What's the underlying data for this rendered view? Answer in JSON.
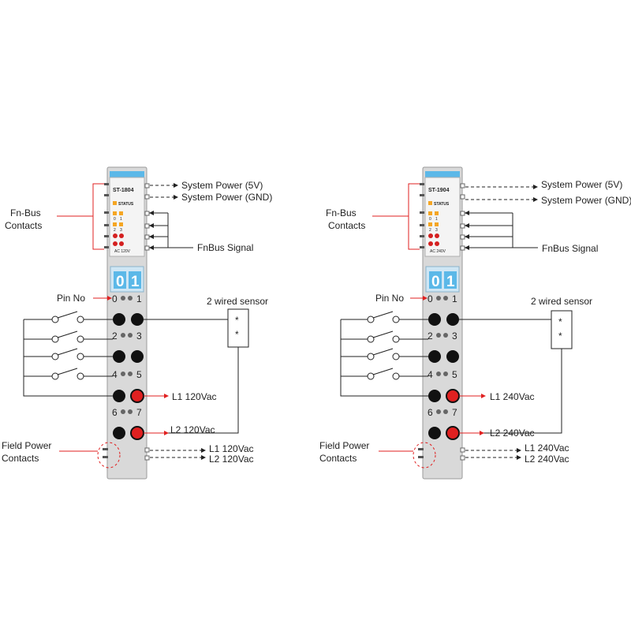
{
  "diagrams": [
    {
      "model": "ST-1804",
      "status_label": "STATUS",
      "led_labels": [
        "0",
        "1",
        "2",
        "3"
      ],
      "voltage_tag": "AC 120V",
      "terminal_numbers": [
        "0",
        "1"
      ],
      "pin_numbers": [
        "0",
        "1",
        "2",
        "3",
        "4",
        "5",
        "6",
        "7"
      ],
      "fnbus_label": "Fn-Bus\nContacts",
      "fnbus_line1": "Fn-Bus",
      "fnbus_line2": "Contacts",
      "system_power_5v": "System Power (5V)",
      "system_power_gnd": "System Power (GND)",
      "fnbus_signal": "FnBus Signal",
      "pin_no": "Pin No",
      "two_wired_sensor": "2 wired sensor",
      "l1_label": "L1 120Vac",
      "l2_label": "L2 120Vac",
      "field_power_line1": "Field Power",
      "field_power_line2": "Contacts",
      "field_l1": "L1 120Vac",
      "field_l2": "L2 120Vac"
    },
    {
      "model": "ST-1904",
      "status_label": "STATUS",
      "led_labels": [
        "0",
        "1",
        "2",
        "3"
      ],
      "voltage_tag": "AC 240V",
      "terminal_numbers": [
        "0",
        "1"
      ],
      "pin_numbers": [
        "0",
        "1",
        "2",
        "3",
        "4",
        "5",
        "6",
        "7"
      ],
      "fnbus_line1": "Fn-Bus",
      "fnbus_line2": "Contacts",
      "system_power_5v": "System Power (5V)",
      "system_power_gnd": "System Power (GND)",
      "fnbus_signal": "FnBus Signal",
      "pin_no": "Pin No",
      "two_wired_sensor": "2 wired sensor",
      "l1_label": "L1 240Vac",
      "l2_label": "L2 240Vac",
      "field_power_line1": "Field Power",
      "field_power_line2": "Contacts",
      "field_l1": "L1 240Vac",
      "field_l2": "L2 240Vac"
    }
  ],
  "colors": {
    "accent_blue": "#5bb8e8",
    "callout_red": "#e02020",
    "led_orange": "#f5a623",
    "led_red": "#d42020",
    "module_grey": "#d9d9d9"
  }
}
